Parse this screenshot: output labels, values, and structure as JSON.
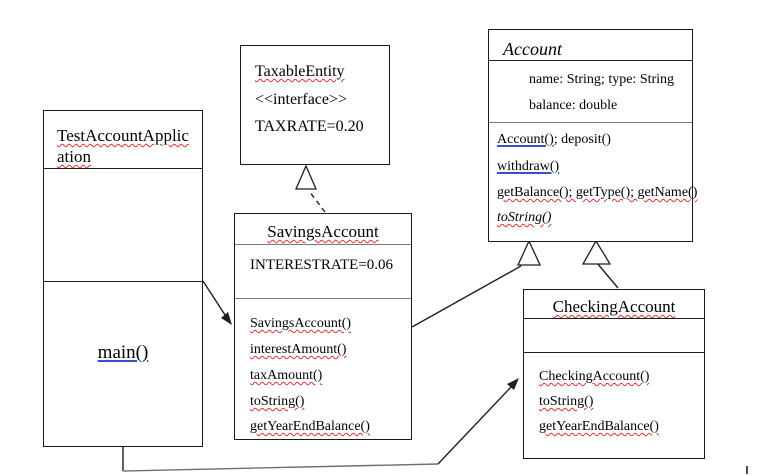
{
  "colors": {
    "squiggle_red": "#e03131",
    "link_blue": "#3a50c8",
    "line_black": "#1f1f1f"
  },
  "classes": {
    "test_app": {
      "name": "TestAccountApplication",
      "method_main": "main()"
    },
    "taxable_entity": {
      "name": "TaxableEntity",
      "stereotype": "<<interface>>",
      "constant": "TAXRATE=0.20"
    },
    "account": {
      "name": "Account",
      "attributes": [
        "name: String; type: String",
        "balance: double"
      ],
      "method_line1_link": "Account()",
      "method_line1_rest": "; deposit()",
      "method_line2": "withdraw()",
      "method_line3": "getBalance(); getType(); getName()",
      "method_line4": "toString()"
    },
    "savings_account": {
      "name": "SavingsAccount",
      "constant": "INTERESTRATE=0.06",
      "methods": [
        "SavingsAccount()",
        "interestAmount()",
        "taxAmount()",
        "toString()",
        "getYearEndBalance()"
      ]
    },
    "checking_account": {
      "name": "CheckingAccount",
      "methods": [
        "CheckingAccount()",
        "toString()",
        "getYearEndBalance()"
      ]
    }
  },
  "relationships": [
    {
      "type": "realization",
      "from": "SavingsAccount",
      "to": "TaxableEntity",
      "style": "dashed-line-hollow-triangle"
    },
    {
      "type": "generalization",
      "from": "SavingsAccount",
      "to": "Account",
      "style": "solid-line-hollow-triangle"
    },
    {
      "type": "generalization",
      "from": "CheckingAccount",
      "to": "Account",
      "style": "solid-line-hollow-triangle"
    },
    {
      "type": "dependency",
      "from": "TestAccountApplication",
      "to": "SavingsAccount",
      "style": "solid-arrow"
    },
    {
      "type": "dependency",
      "from": "TestAccountApplication",
      "to": "CheckingAccount",
      "style": "solid-arrow"
    }
  ]
}
